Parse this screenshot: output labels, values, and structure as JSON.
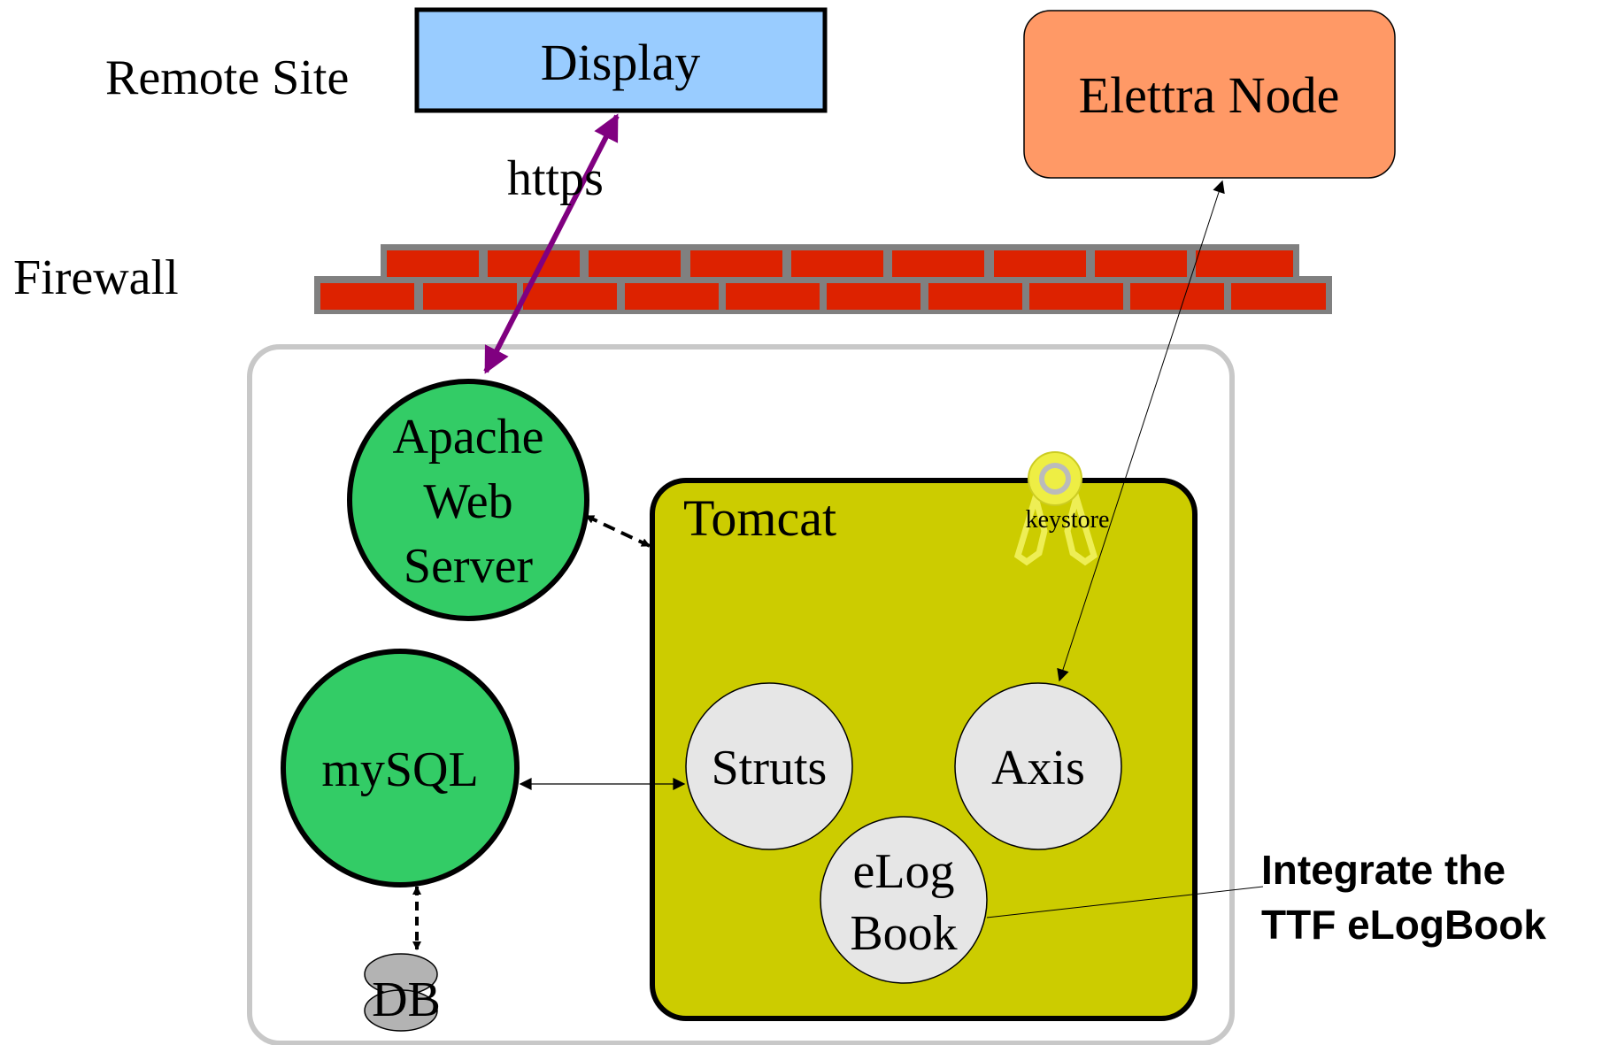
{
  "labels": {
    "remote_site": "Remote Site",
    "firewall": "Firewall",
    "https": "https"
  },
  "nodes": {
    "display": "Display",
    "elettra": "Elettra Node",
    "apache": [
      "Apache",
      "Web",
      "Server"
    ],
    "mysql": "mySQL",
    "db": "DB",
    "tomcat": "Tomcat",
    "keystore": "keystore",
    "struts": "Struts",
    "axis": "Axis",
    "elogbook": [
      "eLog",
      "Book"
    ]
  },
  "callout": [
    "Integrate the",
    "TTF eLogBook"
  ],
  "colors": {
    "display_fill": "#99ccff",
    "elettra_fill": "#ff9966",
    "server_green": "#33cc66",
    "tomcat_fill": "#cccc00",
    "inner_circle": "#e6e6e6",
    "brick": "#dd2200",
    "mortar": "#808080",
    "https_arrow": "#800080",
    "db_fill": "#b3b3b3",
    "host_border": "#c8c8c8"
  }
}
